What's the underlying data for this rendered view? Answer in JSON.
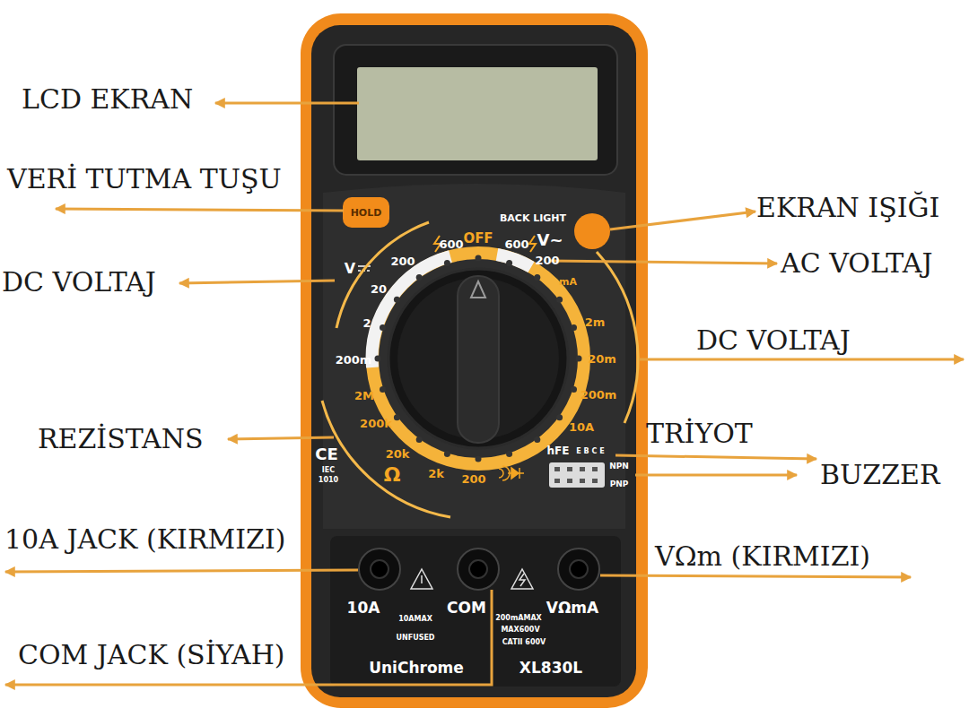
{
  "diagram": {
    "labels": [
      "LCD EKRAN",
      "VERİ TUTMA TUŞU",
      "HOLD",
      "BACK LIGHT",
      "EKRAN IŞIĞI",
      "600",
      "OFF",
      "600",
      "V~",
      "200",
      "AC VOLTAJ",
      "V",
      "200",
      "DC VOLTAJ",
      "20",
      "2",
      "200m",
      "mA",
      "2m",
      "20m",
      "DC VOLTAJ",
      "200m",
      "2M",
      "10A",
      "200k",
      "TRİYOT",
      "hFE",
      "E B C E",
      "REZİSTANS",
      "CE",
      "20k",
      "NPN",
      "BUZZER",
      "Ω",
      "IEC",
      "1010",
      "2k",
      "200",
      "PNP",
      "10A JACK (KIRMIZI)",
      "VΩm (KIRMIZI)",
      "10A",
      "COM",
      "VΩmA",
      "10AMAX",
      "200mAMAX",
      "MAX600V",
      "UNFUSED",
      "CATII 600V",
      "COM JACK (SİYAH)",
      "UniChrome",
      "XL830L"
    ]
  }
}
